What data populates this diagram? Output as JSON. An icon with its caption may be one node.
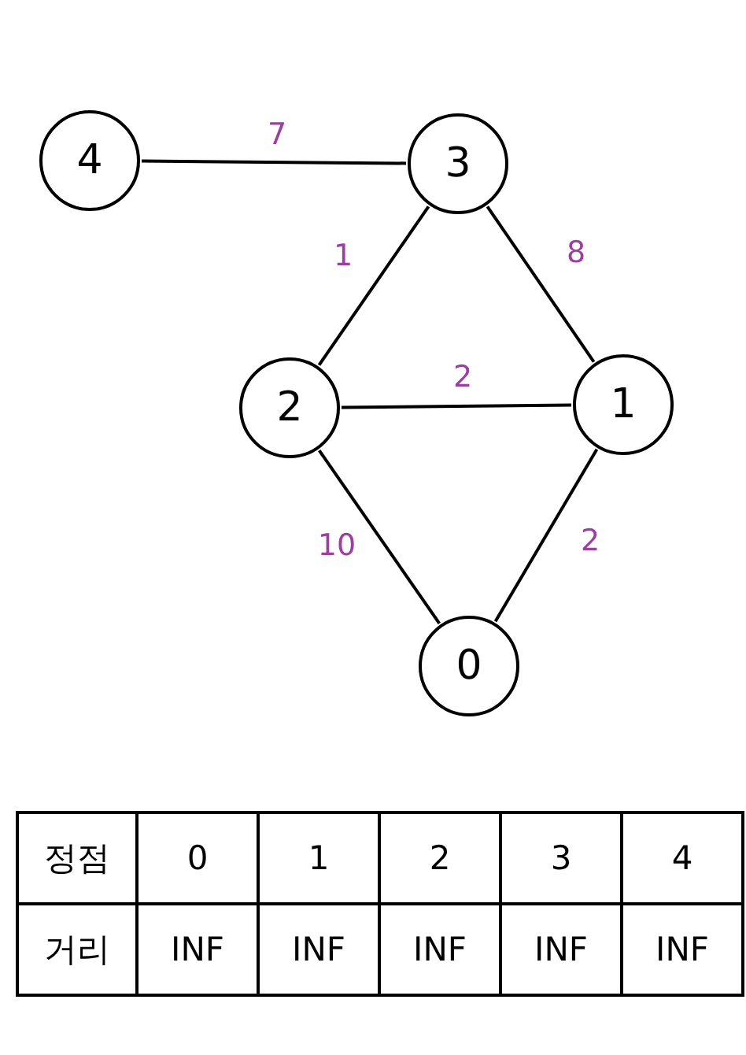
{
  "diagram": {
    "nodes": [
      {
        "text": [
          "4"
        ]
      },
      {
        "text": [
          "3"
        ]
      },
      {
        "text": [
          "2"
        ]
      },
      {
        "text": [
          "1"
        ]
      },
      {
        "text": [
          "0"
        ]
      }
    ],
    "edges": [
      {
        "from": 0,
        "to": 1,
        "arrow": "none",
        "label": "7"
      },
      {
        "from": 1,
        "to": 2,
        "arrow": "none",
        "label": "1"
      },
      {
        "from": 1,
        "to": 3,
        "arrow": "none",
        "label": "8"
      },
      {
        "from": 2,
        "to": 3,
        "arrow": "none",
        "label": "2"
      },
      {
        "from": 2,
        "to": 4,
        "arrow": "none",
        "label": "10"
      },
      {
        "from": 3,
        "to": 4,
        "arrow": "none",
        "label": "2"
      }
    ],
    "labels": [
      "정점",
      "0",
      "1",
      "2",
      "3",
      "4",
      "거리",
      "INF",
      "INF",
      "INF",
      "INF",
      "INF"
    ]
  }
}
